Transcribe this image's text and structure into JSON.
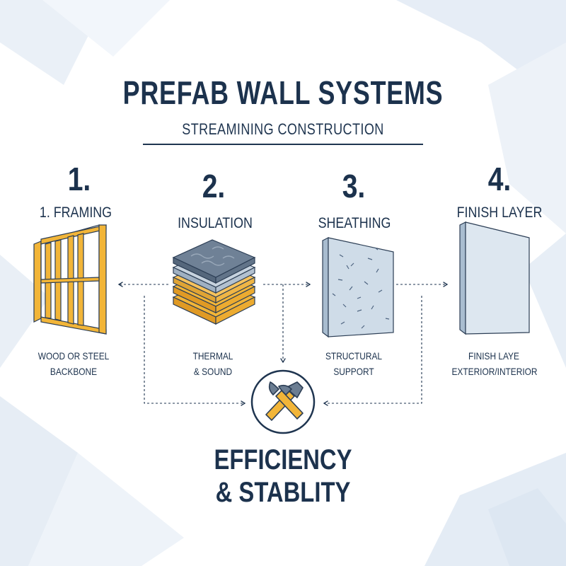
{
  "title": "PREFAB WALL SYSTEMS",
  "subtitle": "STREAMINING CONSTRUCTION",
  "steps": [
    {
      "number": "1.",
      "label": "1. FRAMING",
      "caption_line1": "WOOD OR STEEL",
      "caption_line2": "BACKBONE"
    },
    {
      "number": "2.",
      "label": "INSULATION",
      "caption_line1": "THERMAL",
      "caption_line2": "& SOUND"
    },
    {
      "number": "3.",
      "label": "SHEATHING",
      "caption_line1": "STRUCTURAL",
      "caption_line2": "SUPPORT"
    },
    {
      "number": "4.",
      "label": "FINISH LAYER",
      "caption_line1": "FINISH LAYE",
      "caption_line2": "EXTERIOR/INTERIOR"
    }
  ],
  "center_icon": "hammer-wrench-icon",
  "bottom_line1": "EFFICIENCY",
  "bottom_line2": "& STABLITY",
  "colors": {
    "navy": "#1c324d",
    "wood": "#f2b538",
    "panel_blue": "#b9cde0",
    "background_shape": "#e8eff7"
  }
}
